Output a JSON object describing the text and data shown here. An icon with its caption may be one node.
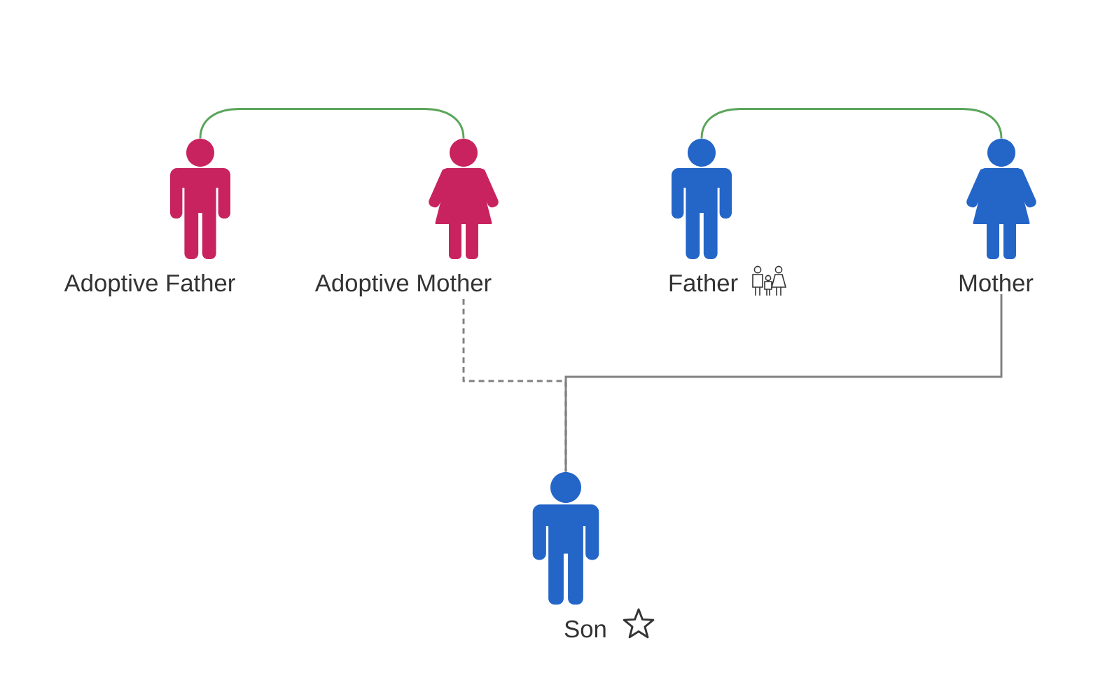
{
  "diagram": {
    "nodes": [
      {
        "text": [
          "Adoptive Father"
        ]
      },
      {
        "text": [
          "Adoptive Mother"
        ]
      },
      {
        "text": [
          "Father"
        ]
      },
      {
        "text": [
          "Mother"
        ]
      },
      {
        "text": [
          "Son"
        ]
      }
    ],
    "edges": [
      {
        "from": 0,
        "to": 1,
        "arrow": "none",
        "color": "#5aa55a"
      },
      {
        "from": 2,
        "to": 3,
        "arrow": "none",
        "color": "#5aa55a"
      },
      {
        "from": 1,
        "to": 4,
        "arrow": "none",
        "style": "dashed",
        "color": "#808080"
      },
      {
        "from": 3,
        "to": 4,
        "arrow": "none",
        "color": "#808080"
      }
    ]
  }
}
